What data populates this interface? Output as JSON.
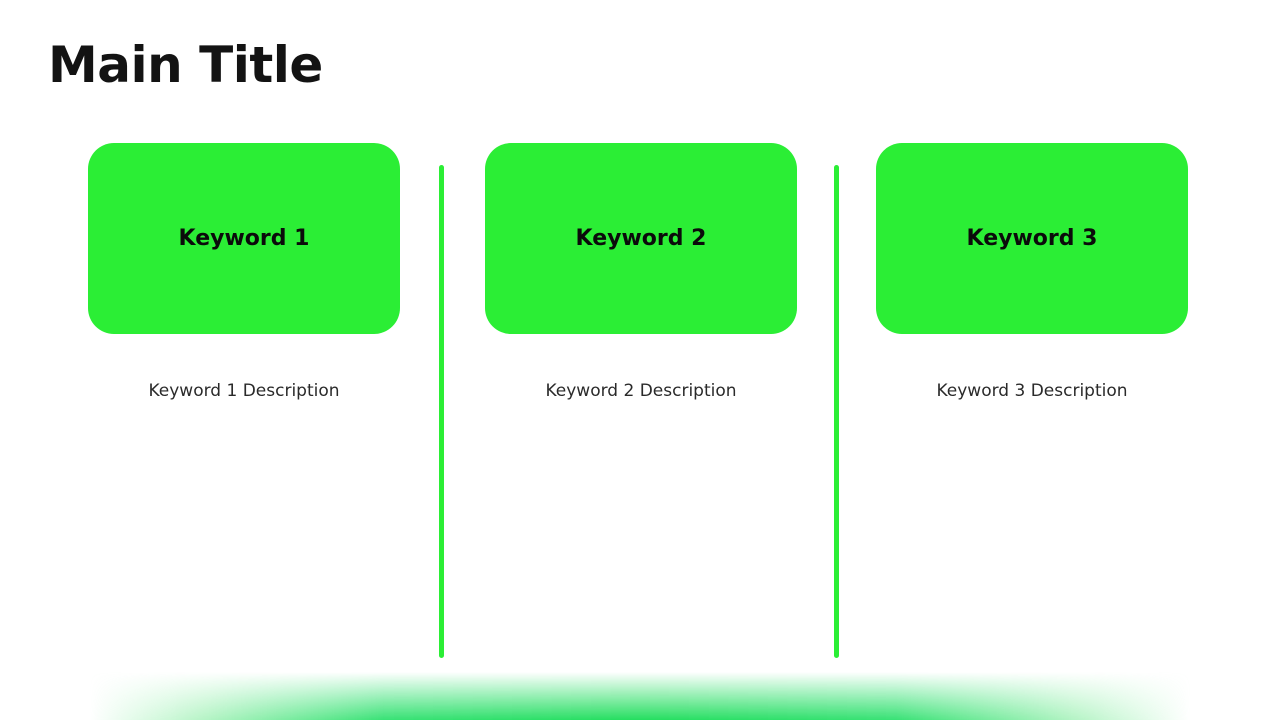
{
  "slide": {
    "title": "Main Title",
    "background_color": "#ffffff",
    "accent_color": "#2bee35",
    "text_color": "#131313"
  },
  "decoration": {
    "sparkle_large": "four-point-star-icon",
    "sparkle_small": "four-point-star-icon",
    "bottom_bar": "gradient-bar"
  },
  "columns": [
    {
      "keyword": "Keyword 1",
      "description": "Keyword 1 Description"
    },
    {
      "keyword": "Keyword 2",
      "description": "Keyword 2 Description"
    },
    {
      "keyword": "Keyword 3",
      "description": "Keyword 3 Description"
    }
  ],
  "dividers": [
    {
      "name": "divider-1"
    },
    {
      "name": "divider-2"
    }
  ]
}
